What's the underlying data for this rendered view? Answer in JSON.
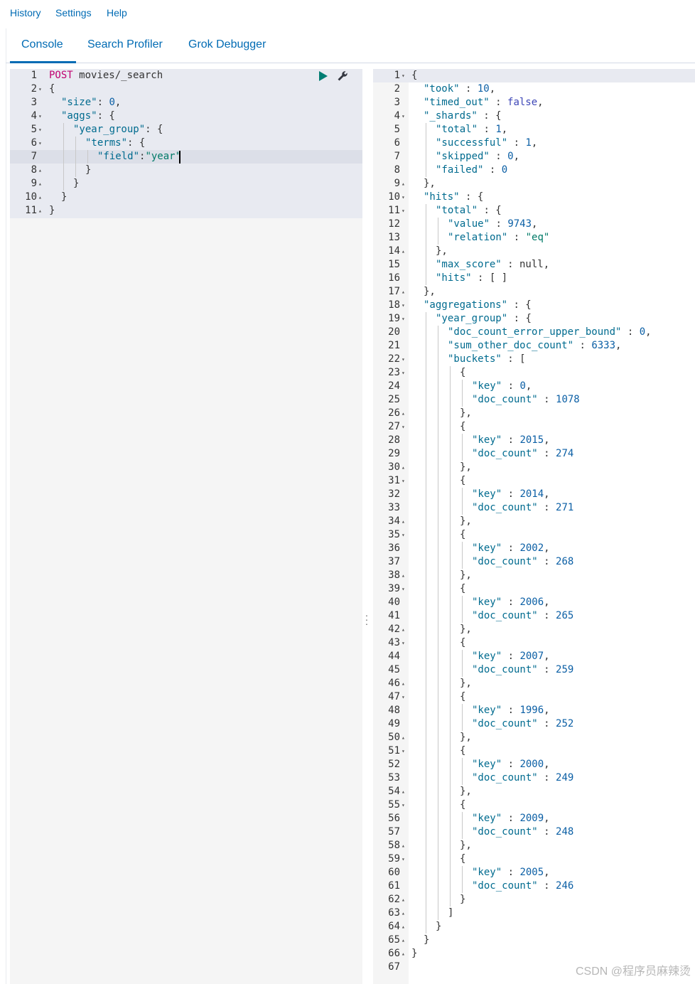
{
  "menu": {
    "history": "History",
    "settings": "Settings",
    "help": "Help"
  },
  "tabs": {
    "console": "Console",
    "search_profiler": "Search Profiler",
    "grok_debugger": "Grok Debugger"
  },
  "request_editor": {
    "lines": [
      {
        "n": "1",
        "fold": "",
        "indent": 0,
        "tokens": [
          [
            "m",
            "POST"
          ],
          [
            "p",
            " movies/_search"
          ]
        ]
      },
      {
        "n": "2",
        "fold": "down",
        "indent": 0,
        "tokens": [
          [
            "p",
            "{"
          ]
        ]
      },
      {
        "n": "3",
        "fold": "",
        "indent": 1,
        "tokens": [
          [
            "k",
            "\"size\""
          ],
          [
            "p",
            ": "
          ],
          [
            "n",
            "0"
          ],
          [
            "p",
            ","
          ]
        ]
      },
      {
        "n": "4",
        "fold": "down",
        "indent": 1,
        "tokens": [
          [
            "k",
            "\"aggs\""
          ],
          [
            "p",
            ": {"
          ]
        ]
      },
      {
        "n": "5",
        "fold": "down",
        "indent": 2,
        "tokens": [
          [
            "k",
            "\"year_group\""
          ],
          [
            "p",
            ": {"
          ]
        ]
      },
      {
        "n": "6",
        "fold": "down",
        "indent": 3,
        "tokens": [
          [
            "k",
            "\"terms\""
          ],
          [
            "p",
            ": {"
          ]
        ]
      },
      {
        "n": "7",
        "fold": "",
        "indent": 4,
        "tokens": [
          [
            "k",
            "\"field\""
          ],
          [
            "p",
            ":"
          ],
          [
            "s",
            "\"year\""
          ]
        ]
      },
      {
        "n": "8",
        "fold": "up",
        "indent": 3,
        "tokens": [
          [
            "p",
            "}"
          ]
        ]
      },
      {
        "n": "9",
        "fold": "up",
        "indent": 2,
        "tokens": [
          [
            "p",
            "}"
          ]
        ]
      },
      {
        "n": "10",
        "fold": "up",
        "indent": 1,
        "tokens": [
          [
            "p",
            "}"
          ]
        ]
      },
      {
        "n": "11",
        "fold": "up",
        "indent": 0,
        "tokens": [
          [
            "p",
            "}"
          ]
        ]
      }
    ]
  },
  "response_editor": {
    "lines": [
      {
        "n": "1",
        "fold": "down",
        "indent": 0,
        "tokens": [
          [
            "p",
            "{"
          ]
        ]
      },
      {
        "n": "2",
        "fold": "",
        "indent": 1,
        "tokens": [
          [
            "k",
            "\"took\""
          ],
          [
            "p",
            " : "
          ],
          [
            "n",
            "10"
          ],
          [
            "p",
            ","
          ]
        ]
      },
      {
        "n": "3",
        "fold": "",
        "indent": 1,
        "tokens": [
          [
            "k",
            "\"timed_out\""
          ],
          [
            "p",
            " : "
          ],
          [
            "b",
            "false"
          ],
          [
            "p",
            ","
          ]
        ]
      },
      {
        "n": "4",
        "fold": "down",
        "indent": 1,
        "tokens": [
          [
            "k",
            "\"_shards\""
          ],
          [
            "p",
            " : {"
          ]
        ]
      },
      {
        "n": "5",
        "fold": "",
        "indent": 2,
        "tokens": [
          [
            "k",
            "\"total\""
          ],
          [
            "p",
            " : "
          ],
          [
            "n",
            "1"
          ],
          [
            "p",
            ","
          ]
        ]
      },
      {
        "n": "6",
        "fold": "",
        "indent": 2,
        "tokens": [
          [
            "k",
            "\"successful\""
          ],
          [
            "p",
            " : "
          ],
          [
            "n",
            "1"
          ],
          [
            "p",
            ","
          ]
        ]
      },
      {
        "n": "7",
        "fold": "",
        "indent": 2,
        "tokens": [
          [
            "k",
            "\"skipped\""
          ],
          [
            "p",
            " : "
          ],
          [
            "n",
            "0"
          ],
          [
            "p",
            ","
          ]
        ]
      },
      {
        "n": "8",
        "fold": "",
        "indent": 2,
        "tokens": [
          [
            "k",
            "\"failed\""
          ],
          [
            "p",
            " : "
          ],
          [
            "n",
            "0"
          ]
        ]
      },
      {
        "n": "9",
        "fold": "up",
        "indent": 1,
        "tokens": [
          [
            "p",
            "},"
          ]
        ]
      },
      {
        "n": "10",
        "fold": "down",
        "indent": 1,
        "tokens": [
          [
            "k",
            "\"hits\""
          ],
          [
            "p",
            " : {"
          ]
        ]
      },
      {
        "n": "11",
        "fold": "down",
        "indent": 2,
        "tokens": [
          [
            "k",
            "\"total\""
          ],
          [
            "p",
            " : {"
          ]
        ]
      },
      {
        "n": "12",
        "fold": "",
        "indent": 3,
        "tokens": [
          [
            "k",
            "\"value\""
          ],
          [
            "p",
            " : "
          ],
          [
            "n",
            "9743"
          ],
          [
            "p",
            ","
          ]
        ]
      },
      {
        "n": "13",
        "fold": "",
        "indent": 3,
        "tokens": [
          [
            "k",
            "\"relation\""
          ],
          [
            "p",
            " : "
          ],
          [
            "s",
            "\"eq\""
          ]
        ]
      },
      {
        "n": "14",
        "fold": "up",
        "indent": 2,
        "tokens": [
          [
            "p",
            "},"
          ]
        ]
      },
      {
        "n": "15",
        "fold": "",
        "indent": 2,
        "tokens": [
          [
            "k",
            "\"max_score\""
          ],
          [
            "p",
            " : null,"
          ]
        ]
      },
      {
        "n": "16",
        "fold": "",
        "indent": 2,
        "tokens": [
          [
            "k",
            "\"hits\""
          ],
          [
            "p",
            " : [ ]"
          ]
        ]
      },
      {
        "n": "17",
        "fold": "up",
        "indent": 1,
        "tokens": [
          [
            "p",
            "},"
          ]
        ]
      },
      {
        "n": "18",
        "fold": "down",
        "indent": 1,
        "tokens": [
          [
            "k",
            "\"aggregations\""
          ],
          [
            "p",
            " : {"
          ]
        ]
      },
      {
        "n": "19",
        "fold": "down",
        "indent": 2,
        "tokens": [
          [
            "k",
            "\"year_group\""
          ],
          [
            "p",
            " : {"
          ]
        ]
      },
      {
        "n": "20",
        "fold": "",
        "indent": 3,
        "tokens": [
          [
            "k",
            "\"doc_count_error_upper_bound\""
          ],
          [
            "p",
            " : "
          ],
          [
            "n",
            "0"
          ],
          [
            "p",
            ","
          ]
        ]
      },
      {
        "n": "21",
        "fold": "",
        "indent": 3,
        "tokens": [
          [
            "k",
            "\"sum_other_doc_count\""
          ],
          [
            "p",
            " : "
          ],
          [
            "n",
            "6333"
          ],
          [
            "p",
            ","
          ]
        ]
      },
      {
        "n": "22",
        "fold": "down",
        "indent": 3,
        "tokens": [
          [
            "k",
            "\"buckets\""
          ],
          [
            "p",
            " : ["
          ]
        ]
      },
      {
        "n": "23",
        "fold": "down",
        "indent": 4,
        "tokens": [
          [
            "p",
            "{"
          ]
        ]
      },
      {
        "n": "24",
        "fold": "",
        "indent": 5,
        "tokens": [
          [
            "k",
            "\"key\""
          ],
          [
            "p",
            " : "
          ],
          [
            "n",
            "0"
          ],
          [
            "p",
            ","
          ]
        ]
      },
      {
        "n": "25",
        "fold": "",
        "indent": 5,
        "tokens": [
          [
            "k",
            "\"doc_count\""
          ],
          [
            "p",
            " : "
          ],
          [
            "n",
            "1078"
          ]
        ]
      },
      {
        "n": "26",
        "fold": "up",
        "indent": 4,
        "tokens": [
          [
            "p",
            "},"
          ]
        ]
      },
      {
        "n": "27",
        "fold": "down",
        "indent": 4,
        "tokens": [
          [
            "p",
            "{"
          ]
        ]
      },
      {
        "n": "28",
        "fold": "",
        "indent": 5,
        "tokens": [
          [
            "k",
            "\"key\""
          ],
          [
            "p",
            " : "
          ],
          [
            "n",
            "2015"
          ],
          [
            "p",
            ","
          ]
        ]
      },
      {
        "n": "29",
        "fold": "",
        "indent": 5,
        "tokens": [
          [
            "k",
            "\"doc_count\""
          ],
          [
            "p",
            " : "
          ],
          [
            "n",
            "274"
          ]
        ]
      },
      {
        "n": "30",
        "fold": "up",
        "indent": 4,
        "tokens": [
          [
            "p",
            "},"
          ]
        ]
      },
      {
        "n": "31",
        "fold": "down",
        "indent": 4,
        "tokens": [
          [
            "p",
            "{"
          ]
        ]
      },
      {
        "n": "32",
        "fold": "",
        "indent": 5,
        "tokens": [
          [
            "k",
            "\"key\""
          ],
          [
            "p",
            " : "
          ],
          [
            "n",
            "2014"
          ],
          [
            "p",
            ","
          ]
        ]
      },
      {
        "n": "33",
        "fold": "",
        "indent": 5,
        "tokens": [
          [
            "k",
            "\"doc_count\""
          ],
          [
            "p",
            " : "
          ],
          [
            "n",
            "271"
          ]
        ]
      },
      {
        "n": "34",
        "fold": "up",
        "indent": 4,
        "tokens": [
          [
            "p",
            "},"
          ]
        ]
      },
      {
        "n": "35",
        "fold": "down",
        "indent": 4,
        "tokens": [
          [
            "p",
            "{"
          ]
        ]
      },
      {
        "n": "36",
        "fold": "",
        "indent": 5,
        "tokens": [
          [
            "k",
            "\"key\""
          ],
          [
            "p",
            " : "
          ],
          [
            "n",
            "2002"
          ],
          [
            "p",
            ","
          ]
        ]
      },
      {
        "n": "37",
        "fold": "",
        "indent": 5,
        "tokens": [
          [
            "k",
            "\"doc_count\""
          ],
          [
            "p",
            " : "
          ],
          [
            "n",
            "268"
          ]
        ]
      },
      {
        "n": "38",
        "fold": "up",
        "indent": 4,
        "tokens": [
          [
            "p",
            "},"
          ]
        ]
      },
      {
        "n": "39",
        "fold": "down",
        "indent": 4,
        "tokens": [
          [
            "p",
            "{"
          ]
        ]
      },
      {
        "n": "40",
        "fold": "",
        "indent": 5,
        "tokens": [
          [
            "k",
            "\"key\""
          ],
          [
            "p",
            " : "
          ],
          [
            "n",
            "2006"
          ],
          [
            "p",
            ","
          ]
        ]
      },
      {
        "n": "41",
        "fold": "",
        "indent": 5,
        "tokens": [
          [
            "k",
            "\"doc_count\""
          ],
          [
            "p",
            " : "
          ],
          [
            "n",
            "265"
          ]
        ]
      },
      {
        "n": "42",
        "fold": "up",
        "indent": 4,
        "tokens": [
          [
            "p",
            "},"
          ]
        ]
      },
      {
        "n": "43",
        "fold": "down",
        "indent": 4,
        "tokens": [
          [
            "p",
            "{"
          ]
        ]
      },
      {
        "n": "44",
        "fold": "",
        "indent": 5,
        "tokens": [
          [
            "k",
            "\"key\""
          ],
          [
            "p",
            " : "
          ],
          [
            "n",
            "2007"
          ],
          [
            "p",
            ","
          ]
        ]
      },
      {
        "n": "45",
        "fold": "",
        "indent": 5,
        "tokens": [
          [
            "k",
            "\"doc_count\""
          ],
          [
            "p",
            " : "
          ],
          [
            "n",
            "259"
          ]
        ]
      },
      {
        "n": "46",
        "fold": "up",
        "indent": 4,
        "tokens": [
          [
            "p",
            "},"
          ]
        ]
      },
      {
        "n": "47",
        "fold": "down",
        "indent": 4,
        "tokens": [
          [
            "p",
            "{"
          ]
        ]
      },
      {
        "n": "48",
        "fold": "",
        "indent": 5,
        "tokens": [
          [
            "k",
            "\"key\""
          ],
          [
            "p",
            " : "
          ],
          [
            "n",
            "1996"
          ],
          [
            "p",
            ","
          ]
        ]
      },
      {
        "n": "49",
        "fold": "",
        "indent": 5,
        "tokens": [
          [
            "k",
            "\"doc_count\""
          ],
          [
            "p",
            " : "
          ],
          [
            "n",
            "252"
          ]
        ]
      },
      {
        "n": "50",
        "fold": "up",
        "indent": 4,
        "tokens": [
          [
            "p",
            "},"
          ]
        ]
      },
      {
        "n": "51",
        "fold": "down",
        "indent": 4,
        "tokens": [
          [
            "p",
            "{"
          ]
        ]
      },
      {
        "n": "52",
        "fold": "",
        "indent": 5,
        "tokens": [
          [
            "k",
            "\"key\""
          ],
          [
            "p",
            " : "
          ],
          [
            "n",
            "2000"
          ],
          [
            "p",
            ","
          ]
        ]
      },
      {
        "n": "53",
        "fold": "",
        "indent": 5,
        "tokens": [
          [
            "k",
            "\"doc_count\""
          ],
          [
            "p",
            " : "
          ],
          [
            "n",
            "249"
          ]
        ]
      },
      {
        "n": "54",
        "fold": "up",
        "indent": 4,
        "tokens": [
          [
            "p",
            "},"
          ]
        ]
      },
      {
        "n": "55",
        "fold": "down",
        "indent": 4,
        "tokens": [
          [
            "p",
            "{"
          ]
        ]
      },
      {
        "n": "56",
        "fold": "",
        "indent": 5,
        "tokens": [
          [
            "k",
            "\"key\""
          ],
          [
            "p",
            " : "
          ],
          [
            "n",
            "2009"
          ],
          [
            "p",
            ","
          ]
        ]
      },
      {
        "n": "57",
        "fold": "",
        "indent": 5,
        "tokens": [
          [
            "k",
            "\"doc_count\""
          ],
          [
            "p",
            " : "
          ],
          [
            "n",
            "248"
          ]
        ]
      },
      {
        "n": "58",
        "fold": "up",
        "indent": 4,
        "tokens": [
          [
            "p",
            "},"
          ]
        ]
      },
      {
        "n": "59",
        "fold": "down",
        "indent": 4,
        "tokens": [
          [
            "p",
            "{"
          ]
        ]
      },
      {
        "n": "60",
        "fold": "",
        "indent": 5,
        "tokens": [
          [
            "k",
            "\"key\""
          ],
          [
            "p",
            " : "
          ],
          [
            "n",
            "2005"
          ],
          [
            "p",
            ","
          ]
        ]
      },
      {
        "n": "61",
        "fold": "",
        "indent": 5,
        "tokens": [
          [
            "k",
            "\"doc_count\""
          ],
          [
            "p",
            " : "
          ],
          [
            "n",
            "246"
          ]
        ]
      },
      {
        "n": "62",
        "fold": "up",
        "indent": 4,
        "tokens": [
          [
            "p",
            "}"
          ]
        ]
      },
      {
        "n": "63",
        "fold": "up",
        "indent": 3,
        "tokens": [
          [
            "p",
            "]"
          ]
        ]
      },
      {
        "n": "64",
        "fold": "up",
        "indent": 2,
        "tokens": [
          [
            "p",
            "}"
          ]
        ]
      },
      {
        "n": "65",
        "fold": "up",
        "indent": 1,
        "tokens": [
          [
            "p",
            "}"
          ]
        ]
      },
      {
        "n": "66",
        "fold": "up",
        "indent": 0,
        "tokens": [
          [
            "p",
            "}"
          ]
        ]
      },
      {
        "n": "67",
        "fold": "",
        "indent": 0,
        "tokens": []
      }
    ]
  },
  "icons": {
    "run": "play-icon",
    "settings": "wrench-icon",
    "resize": "drag-handle-icon"
  },
  "colors": {
    "accent": "#006bb4",
    "method": "#c00070",
    "run_button": "#017d73"
  },
  "watermark": "CSDN @程序员麻辣烫"
}
